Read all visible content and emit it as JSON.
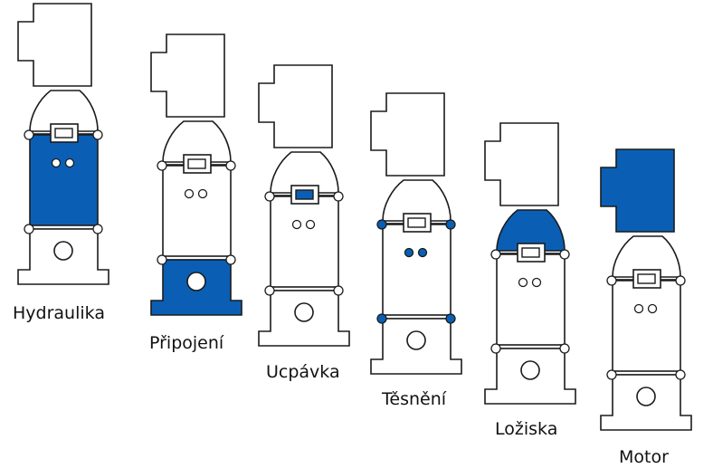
{
  "colors": {
    "outline": "#1b1b1b",
    "highlight": "#0a5fb4",
    "background": "#ffffff"
  },
  "pumps": [
    {
      "label": "Hydraulika",
      "highlight": "hydraulics"
    },
    {
      "label": "Připojení",
      "highlight": "connection"
    },
    {
      "label": "Ucpávka",
      "highlight": "gland"
    },
    {
      "label": "Těsnění",
      "highlight": "seal"
    },
    {
      "label": "Ložiska",
      "highlight": "bearings"
    },
    {
      "label": "Motor",
      "highlight": "motor"
    }
  ]
}
